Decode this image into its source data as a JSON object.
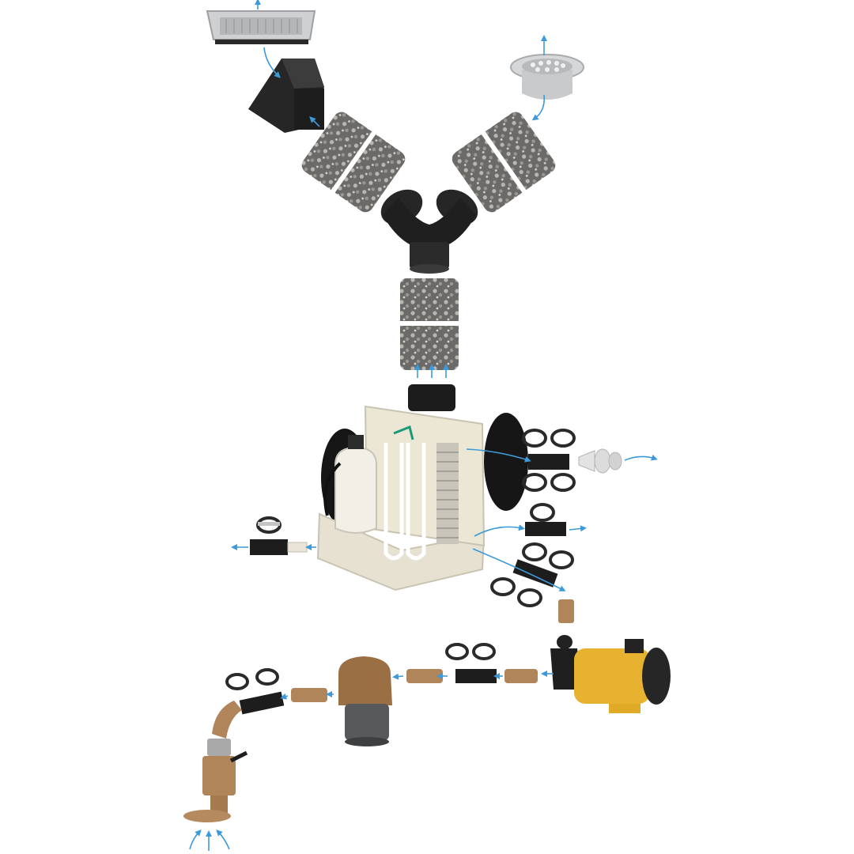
{
  "diagram": {
    "kind": "exploded marine air-conditioning system parts diagram",
    "labels": [],
    "colors": {
      "background": "#ffffff",
      "flow_arrow": "#3d9ad8",
      "duct_black": "#1f1f1f",
      "filter_gray": "#6c6a68",
      "unit_cream": "#efeadb",
      "pump_yellow": "#e6b230",
      "bronze": "#b0855a",
      "grille_silver": "#cfd0d2"
    }
  },
  "parts": [
    {
      "id": "supply-air-grille",
      "icon": "rectangular-grille-icon"
    },
    {
      "id": "transition-box",
      "icon": "transition-box-icon"
    },
    {
      "id": "round-grille",
      "icon": "round-grille-icon"
    },
    {
      "id": "insulated-duct-left",
      "icon": "insulated-duct-icon"
    },
    {
      "id": "insulated-duct-right",
      "icon": "insulated-duct-icon"
    },
    {
      "id": "y-connector",
      "icon": "y-connector-icon"
    },
    {
      "id": "insulated-duct-center",
      "icon": "insulated-duct-icon"
    },
    {
      "id": "ac-unit",
      "icon": "air-conditioner-icon"
    },
    {
      "id": "hose-clamps",
      "icon": "hose-clamp-icon"
    },
    {
      "id": "hoses",
      "icon": "hose-icon"
    },
    {
      "id": "drain-fitting",
      "icon": "drain-fitting-icon"
    },
    {
      "id": "raw-water-pump",
      "icon": "pump-icon"
    },
    {
      "id": "strainer",
      "icon": "strainer-icon"
    },
    {
      "id": "bronze-fittings",
      "icon": "bronze-fitting-icon"
    },
    {
      "id": "seacock-thru-hull",
      "icon": "seacock-icon"
    }
  ]
}
